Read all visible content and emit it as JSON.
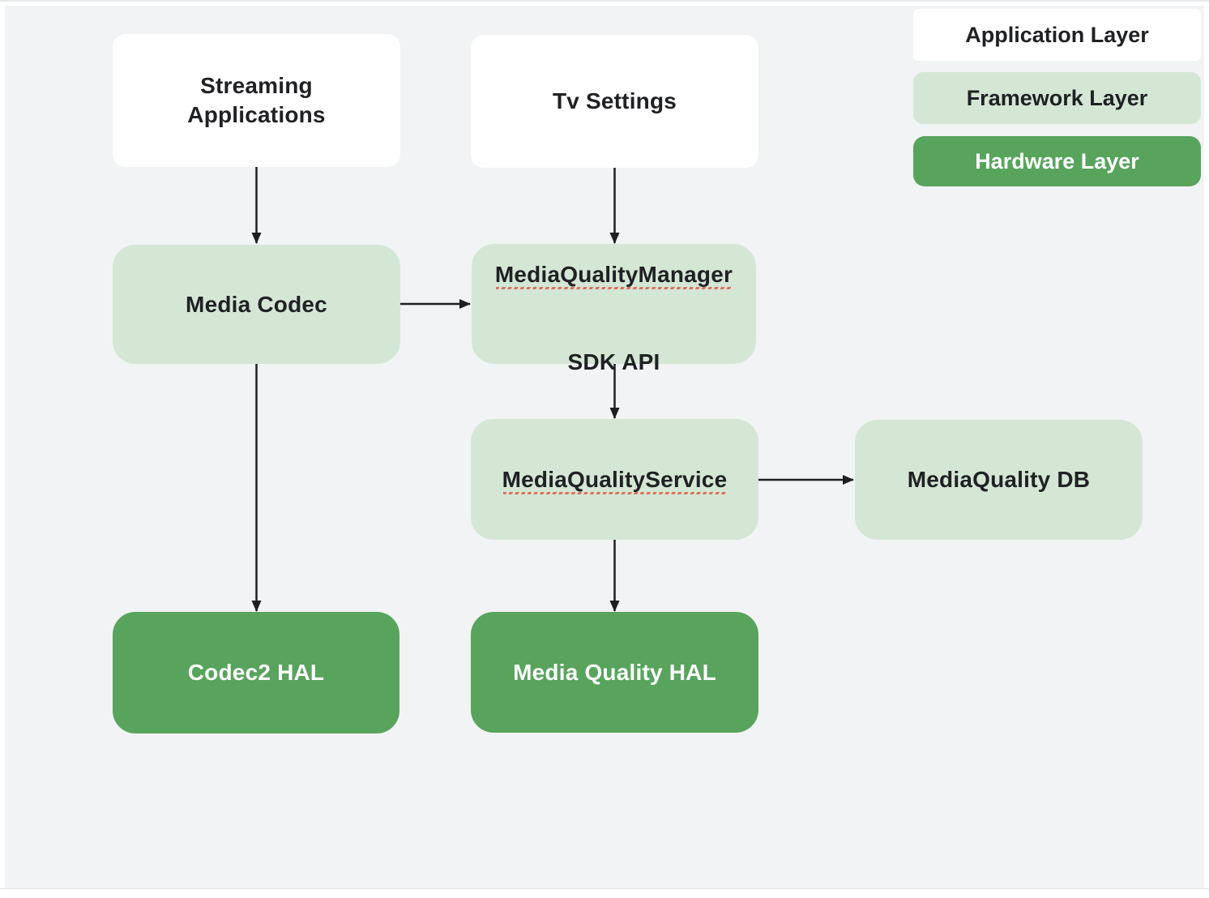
{
  "palette": {
    "background": "#f1f3f4",
    "frame": "#ffffff",
    "application_layer_fill": "#ffffff",
    "framework_layer_fill": "#d4e7d5",
    "hardware_layer_fill": "#58a45d",
    "text_dark": "#202124",
    "text_light": "#ffffff",
    "arrow": "#1f1f1f",
    "spellcheck_underline": "#e0705e"
  },
  "nodes": {
    "streaming_applications": {
      "label": "Streaming\nApplications",
      "layer": "Application Layer"
    },
    "tv_settings": {
      "label": "Tv Settings",
      "layer": "Application Layer"
    },
    "media_codec": {
      "label": "Media Codec",
      "layer": "Framework Layer"
    },
    "media_quality_manager": {
      "line1": "MediaQualityManager",
      "line2": "SDK API",
      "layer": "Framework Layer",
      "spellcheck_underline_on_line1": true
    },
    "media_quality_service": {
      "label": "MediaQualityService",
      "layer": "Framework Layer",
      "spellcheck_underline": true
    },
    "media_quality_db": {
      "label": "MediaQuality DB",
      "layer": "Framework Layer"
    },
    "codec2_hal": {
      "label": "Codec2 HAL",
      "layer": "Hardware Layer"
    },
    "media_quality_hal": {
      "label": "Media Quality HAL",
      "layer": "Hardware Layer"
    }
  },
  "edges": [
    {
      "from": "streaming_applications",
      "to": "media_codec"
    },
    {
      "from": "tv_settings",
      "to": "media_quality_manager"
    },
    {
      "from": "media_codec",
      "to": "media_quality_manager"
    },
    {
      "from": "media_codec",
      "to": "codec2_hal"
    },
    {
      "from": "media_quality_manager",
      "to": "media_quality_service"
    },
    {
      "from": "media_quality_service",
      "to": "media_quality_db"
    },
    {
      "from": "media_quality_service",
      "to": "media_quality_hal"
    }
  ],
  "legend": {
    "application": {
      "label": "Application Layer"
    },
    "framework": {
      "label": "Framework Layer"
    },
    "hardware": {
      "label": "Hardware Layer"
    }
  }
}
